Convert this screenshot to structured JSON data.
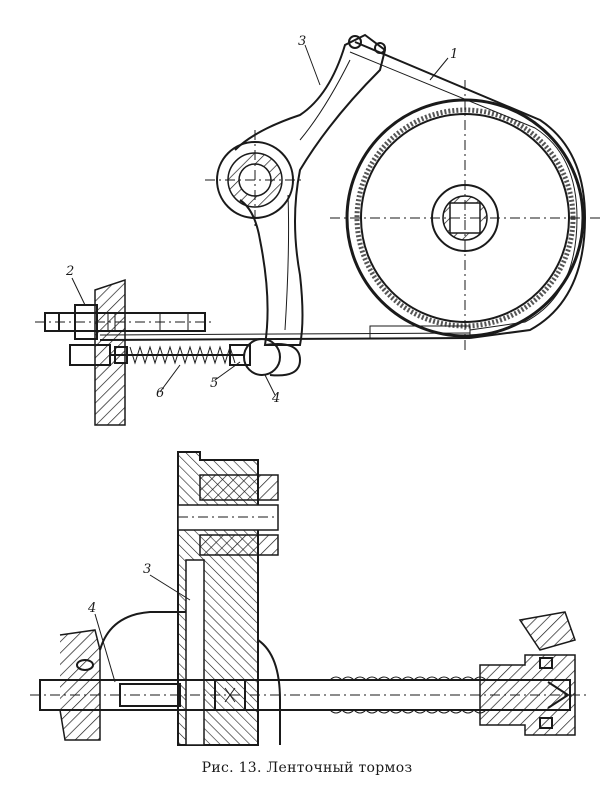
{
  "caption": "Рис. 13. Ленточный тормоз",
  "labels": {
    "l1": "1",
    "l2": "2",
    "l3": "3",
    "l4": "4",
    "l5": "5",
    "l6": "6",
    "l3b": "3",
    "l4b": "4"
  }
}
